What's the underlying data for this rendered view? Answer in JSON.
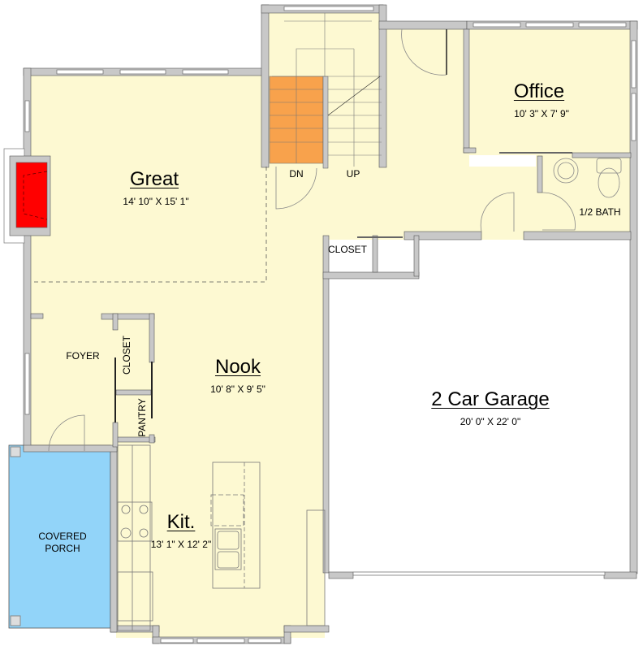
{
  "colors": {
    "floor": "#fdf9d2",
    "wall": "#c8c8c8",
    "wall_edge": "#555555",
    "garage": "#ffffff",
    "porch": "#92d4f9",
    "stairs_down": "#f8a24c",
    "fireplace": "#ff0000"
  },
  "rooms": {
    "great": {
      "name": "Great",
      "dims": "14' 10\" X 15' 1\""
    },
    "office": {
      "name": "Office",
      "dims": "10' 3\" X 7' 9\""
    },
    "nook": {
      "name": "Nook",
      "dims": "10' 8\" X 9' 5\""
    },
    "kitchen": {
      "name": "Kit.",
      "dims": "13' 1\" X 12' 2\""
    },
    "garage": {
      "name": "2 Car Garage",
      "dims": "20' 0\" X 22' 0\""
    }
  },
  "labels": {
    "stairs_down": "DN",
    "stairs_up": "UP",
    "half_bath": "1/2 BATH",
    "closet_hall": "CLOSET",
    "closet_foyer": "CLOSET",
    "pantry": "PANTRY",
    "foyer": "FOYER",
    "porch_line1": "COVERED",
    "porch_line2": "PORCH"
  }
}
